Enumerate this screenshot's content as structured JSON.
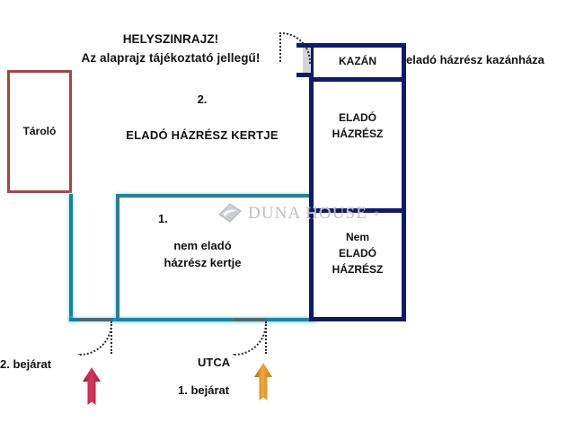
{
  "header": {
    "line1": "HELYSZINRAJZ!",
    "line2": "Az alaprajz tájékoztató jellegű!"
  },
  "storage": {
    "label": "Tároló"
  },
  "plots": {
    "plot2_number": "2.",
    "plot2_label": "ELADÓ HÁZRÉSZ KERTJE",
    "plot1_number": "1.",
    "plot1_label_line1": "nem eladó",
    "plot1_label_line2": "házrész kertje"
  },
  "building": {
    "boiler_room": "KAZÁN",
    "for_sale_line1": "ELADÓ",
    "for_sale_line2": "HÁZRÉSZ",
    "not_for_sale_line1": "Nem",
    "not_for_sale_line2": "ELADÓ",
    "not_for_sale_line3": "HÁZRÉSZ",
    "boiler_note": "eladó házrész kazánháza"
  },
  "street": {
    "street_label": "UTCA",
    "entry1_label": "1. bejárat",
    "entry2_label": "2. bejárat"
  },
  "watermark": {
    "text": "DUNA HOUSE",
    "registered": "®"
  },
  "colors": {
    "building_navy": "#101a66",
    "garden_teal": "#1b7e9e",
    "storage_maroon": "#9d4a47",
    "arrow_entry2": "#c32148",
    "arrow_entry1": "#d98a22",
    "background": "#ffffff"
  }
}
